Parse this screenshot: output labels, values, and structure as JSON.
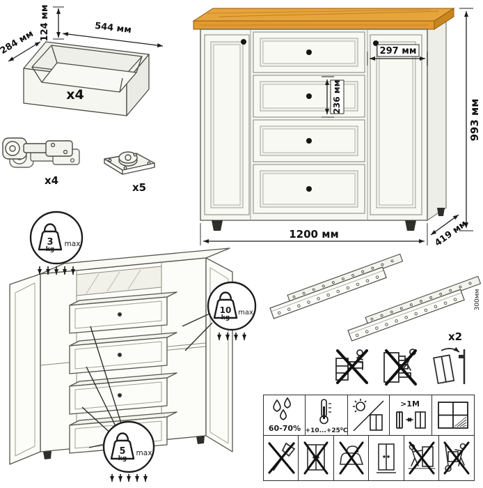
{
  "drawer_box": {
    "height_label": "124 мм",
    "width_label": "544 мм",
    "depth_label": "284 мм",
    "count": "x4"
  },
  "hinges": {
    "count": "x4"
  },
  "feet": {
    "count": "x5"
  },
  "cabinet": {
    "height_label": "993 мм",
    "width_label": "1200 мм",
    "depth_label": "419 мм",
    "door_width_label": "297 мм",
    "drawer_height_label": "236 мм"
  },
  "load_limits": {
    "top": {
      "value": "3",
      "unit": "kg",
      "note": "max"
    },
    "shelf": {
      "value": "10",
      "unit": "kg",
      "note": "max"
    },
    "drawers": {
      "value": "5",
      "unit": "kg",
      "note": "max"
    }
  },
  "slides": {
    "count": "x2",
    "length_label": "300мм"
  },
  "care": {
    "humidity": "60-70%",
    "temperature": "+10...+25⁰C",
    "min_distance": ">1M"
  },
  "colors": {
    "wood": "#e8a43c",
    "wood_dark": "#c9851f",
    "line": "#3a3a3a"
  }
}
